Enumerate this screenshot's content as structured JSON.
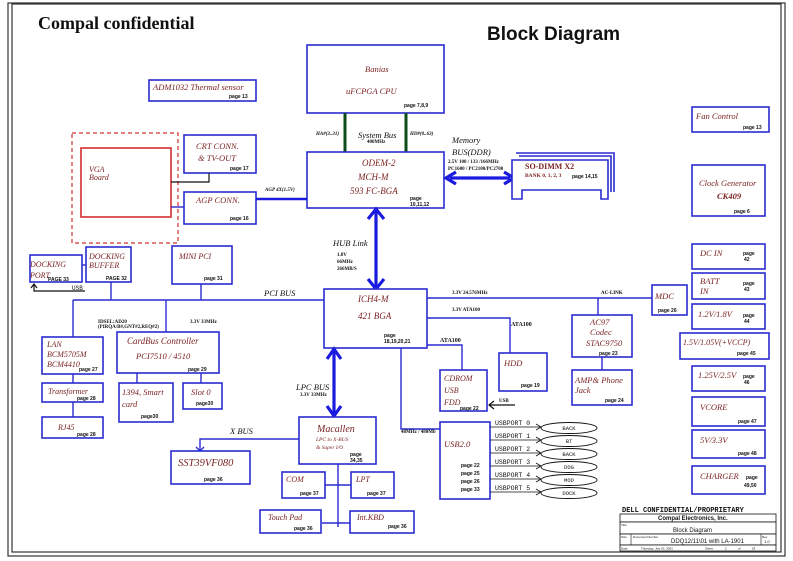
{
  "header": {
    "company": "Compal  confidential",
    "title": "Block Diagram"
  },
  "blocks": {
    "thermal": {
      "label": "ADM1032 Thermal sensor",
      "page": "page 13"
    },
    "cpu": {
      "line1": "Banias",
      "line2": "uFCPGA CPU",
      "page": "page 7,8,9"
    },
    "mch": {
      "line1": "ODEM-2",
      "line2": "MCH-M",
      "line3": "593  FC-BGA",
      "page1": "page",
      "page2": "10,11,12"
    },
    "sodimm": {
      "line1": "SO-DIMM X2",
      "line2": "BANK 0, 1, 2, 3",
      "page": "page 14,15"
    },
    "vga": {
      "line1": "VGA",
      "line2": "Board"
    },
    "crt": {
      "line1": "CRT CONN.",
      "line2": "& TV-OUT",
      "page": "page 17"
    },
    "agp": {
      "label": "AGP CONN.",
      "page": "page 16"
    },
    "fan": {
      "label": "Fan Control",
      "page": "page 13"
    },
    "clock": {
      "line1": "Clock Generator",
      "line2": "CK409",
      "page": "page 6"
    },
    "dcin": {
      "label": "DC IN",
      "page1": "page",
      "page2": "42"
    },
    "batt": {
      "line1": "BATT",
      "line2": "IN",
      "page1": "page",
      "page2": "43"
    },
    "v12": {
      "label": "1.2V/1.8V",
      "page1": "page",
      "page2": "44"
    },
    "v15": {
      "label": "1.5V/1.05V(+VCCP)",
      "page": "page 45"
    },
    "v125": {
      "label": "1.25V/2.5V",
      "page1": "page",
      "page2": "46"
    },
    "vcore": {
      "label": "VCORE",
      "page": "page 47"
    },
    "v5": {
      "label": "5V/3.3V",
      "page": "page 48"
    },
    "charger": {
      "label": "CHARGER",
      "page1": "page",
      "page2": "49,50"
    },
    "dockport": {
      "line1": "DOCKING",
      "line2": "PORT",
      "page": "PAGE 33"
    },
    "dockbuf": {
      "line1": "DOCKING",
      "line2": "BUFFER",
      "page": "PAGE 32"
    },
    "minipci": {
      "label": "MINI PCI",
      "page": "page 31"
    },
    "ich": {
      "line1": "ICH4-M",
      "line2": "421 BGA",
      "page1": "page",
      "page2": "18,19,20,21"
    },
    "mdc": {
      "label": "MDC",
      "page": "page 26"
    },
    "ac97": {
      "line1": "AC97",
      "line2": "Codec",
      "line3": "STAC9750",
      "page": "page 23"
    },
    "amp": {
      "line1": "AMP& Phone",
      "line2": "Jack",
      "page": "page 24"
    },
    "hdd": {
      "label": "HDD",
      "page": "page 19"
    },
    "cdrom": {
      "line1": "CDROM",
      "line2": "USB",
      "line3": "FDD",
      "page": "page 22"
    },
    "lan": {
      "line1": "LAN",
      "line2": "BCM5705M",
      "line3": "BCM4410",
      "page": "page 27"
    },
    "cardbus": {
      "line1": "CardBus Controller",
      "line2": "PCI7510 / 4510",
      "page": "page 29"
    },
    "transformer": {
      "label": "Transformer",
      "page": "page 28"
    },
    "rj45": {
      "label": "RJ45",
      "page": "page 28"
    },
    "ieee1394": {
      "line1": "1394, Smart",
      "line2": "card",
      "page": "page30"
    },
    "slot0": {
      "label": "Slot 0",
      "page": "page30"
    },
    "macallen": {
      "line1": "Macallen",
      "line2": "LPC to X-BUS",
      "line3": "& Super I/O",
      "page1": "page",
      "page2": "34,35"
    },
    "sst": {
      "label": "SST39VF080",
      "page": "page 36"
    },
    "com": {
      "label": "COM",
      "page": "page 37"
    },
    "lpt": {
      "label": "LPT",
      "page": "page 37"
    },
    "touchpad": {
      "label": "Touch Pad",
      "page": "page 36"
    },
    "intkbd": {
      "label": "Int.KBD",
      "page": "page 36"
    },
    "usb": {
      "label": "USB2.0",
      "pages": [
        "page 22",
        "page 25",
        "page 26",
        "page 33"
      ]
    }
  },
  "labels": {
    "system_bus": "System Bus",
    "system_bus_freq": "400MHz",
    "ha": "HA#(3..31)",
    "hd": "HD#(0..63)",
    "memory_bus1": "Memory",
    "memory_bus2": "BUS(DDR)",
    "mem_spec1": "2.5V 100 / 133 /166MHz",
    "mem_spec2": "PC1600 / PC2100/PC2700",
    "agp_bus": "AGP 4X(1.5V)",
    "hub_link": "HUB Link",
    "hub_spec1": "1.8V",
    "hub_spec2": "66MHz",
    "hub_spec3": "266MB/S",
    "pci_bus": "PCI BUS",
    "usb_dock": "USB",
    "idsel1": "IDSEL:AD20",
    "idsel2": "(PIRQA/B#,GNT#2,REQ#2)",
    "pci_freq": "3.3V 33MHz",
    "ac_freq": "3.3V 24.576MHz",
    "ac_link": "AC-LINK",
    "ata1": "3.3V ATA100",
    "ata_hdd": "ATA100",
    "ata_cd": "ATA100",
    "usb_fdd": "USB",
    "usb_speed": "48MHz / 480Mb",
    "lpc_bus": "LPC BUS",
    "lpc_freq": "3.3V 33MHz",
    "x_bus": "X BUS"
  },
  "usb_ports": [
    {
      "port": "USBPORT 0",
      "target": "BACK"
    },
    {
      "port": "USBPORT 1",
      "target": "BT"
    },
    {
      "port": "USBPORT 2",
      "target": "BACK"
    },
    {
      "port": "USBPORT 3",
      "target": "DOG"
    },
    {
      "port": "USBPORT 4",
      "target": "MOD"
    },
    {
      "port": "USBPORT 5",
      "target": "DOCK"
    }
  ],
  "title_block": {
    "proprietary": "DELL CONFIDENTIAL/PROPRIETARY",
    "company": "Compal Electronics, Inc.",
    "title_label": "Title",
    "title": "Block Diagram",
    "size_label": "Size",
    "doc_label": "Document Number",
    "doc_number": "DDQ12/11\\01 with LA-1901",
    "rev_label": "Rev",
    "rev": "1.0",
    "date_label": "Date:",
    "date": "Thursday, July 03, 2003",
    "sheet_label": "Sheet",
    "sheet": "2",
    "of_label": "of",
    "of": "53"
  }
}
